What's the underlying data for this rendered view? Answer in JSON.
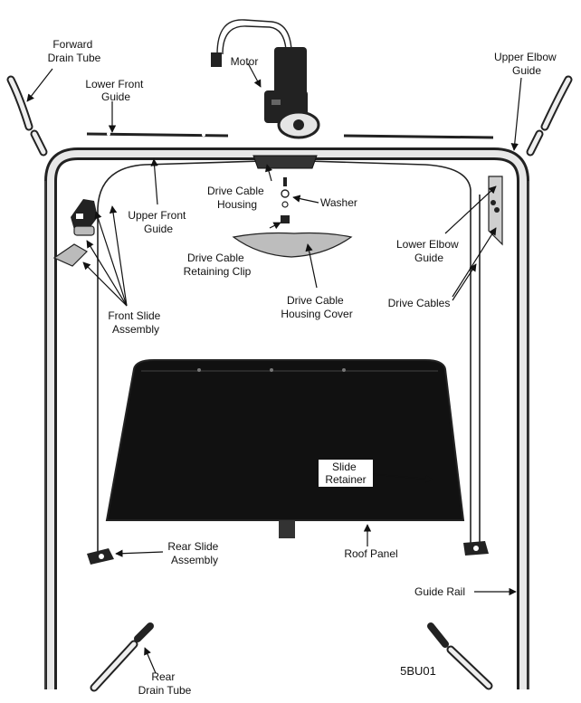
{
  "labels": {
    "forward_drain_tube": [
      "Forward",
      "Drain Tube"
    ],
    "lower_front_guide": [
      "Lower Front",
      "Guide"
    ],
    "motor": [
      "Motor"
    ],
    "upper_elbow_guide": [
      "Upper Elbow",
      "Guide"
    ],
    "drive_cable_housing": [
      "Drive Cable",
      "Housing"
    ],
    "washer": [
      "Washer"
    ],
    "upper_front_guide": [
      "Upper Front",
      "Guide"
    ],
    "drive_cable_retaining_clip": [
      "Drive Cable",
      "Retaining Clip"
    ],
    "lower_elbow_guide": [
      "Lower Elbow",
      "Guide"
    ],
    "drive_cables": [
      "Drive Cables"
    ],
    "drive_cable_housing_cover": [
      "Drive Cable",
      "Housing Cover"
    ],
    "front_slide_assembly": [
      "Front Slide",
      "Assembly"
    ],
    "slide_retainer": [
      "Slide",
      "Retainer"
    ],
    "rear_slide_assembly": [
      "Rear Slide",
      "Assembly"
    ],
    "roof_panel": [
      "Roof Panel"
    ],
    "guide_rail": [
      "Guide Rail"
    ],
    "rear_drain_tube": [
      "Rear",
      "Drain Tube"
    ]
  },
  "figure_code": "5BU01"
}
